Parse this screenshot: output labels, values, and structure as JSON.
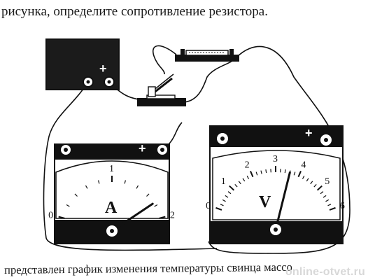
{
  "text": {
    "top_line": "рисунка, определите сопротивление резистора.",
    "bottom_line": "представлен график изменения температуры свинца массо"
  },
  "watermark": "online-otvet.ru",
  "ammeter": {
    "unit_letter": "A",
    "plus_sign": "+",
    "scale_labels": [
      "0",
      "1",
      "2"
    ],
    "reading": 1.75
  },
  "voltmeter": {
    "unit_letter": "V",
    "plus_sign": "+",
    "scale_labels": [
      "0",
      "1",
      "2",
      "3",
      "4",
      "5",
      "6"
    ],
    "reading": 3.6
  },
  "power_source": {
    "plus_sign": "+"
  },
  "colors": {
    "ink": "#111111",
    "paper": "#ffffff"
  }
}
